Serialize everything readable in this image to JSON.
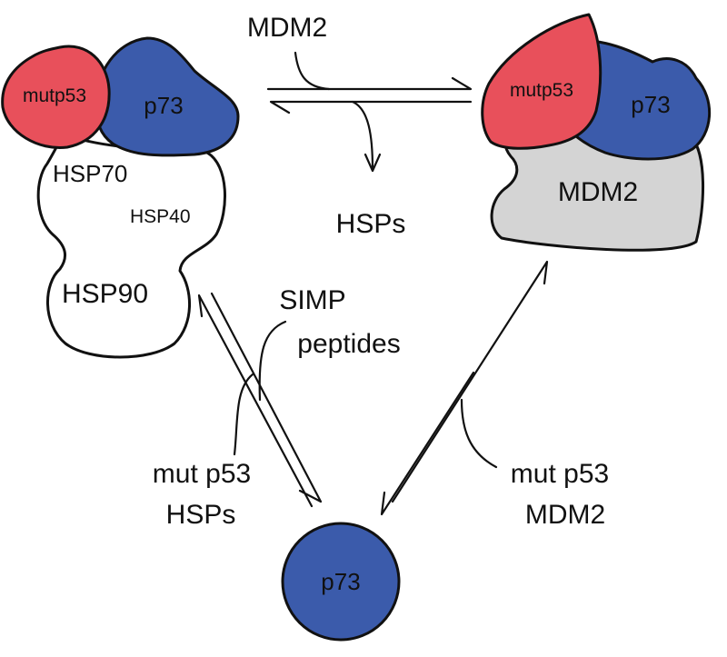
{
  "colors": {
    "p73": "#3b5bab",
    "mutp53": "#e8505b",
    "mdm2_body": "#d4d4d4",
    "outline": "#111111",
    "background": "#ffffff"
  },
  "left_complex": {
    "mutp53_label": "mutp53",
    "p73_label": "p73",
    "hsp70_label": "HSP70",
    "hsp40_label": "HSP40",
    "hsp90_label": "HSP90"
  },
  "right_complex": {
    "mutp53_label": "mutp53",
    "p73_label": "p73",
    "mdm2_label": "MDM2"
  },
  "top_reaction": {
    "reactant_label": "MDM2",
    "product_label": "HSPs"
  },
  "left_reaction": {
    "top_label_line1": "SIMP",
    "top_label_line2": "peptides",
    "bottom_label_line1": "mut p53",
    "bottom_label_line2": "HSPs"
  },
  "right_reaction": {
    "label_line1": "mut p53",
    "label_line2": "MDM2"
  },
  "free_p73": {
    "label": "p73"
  }
}
